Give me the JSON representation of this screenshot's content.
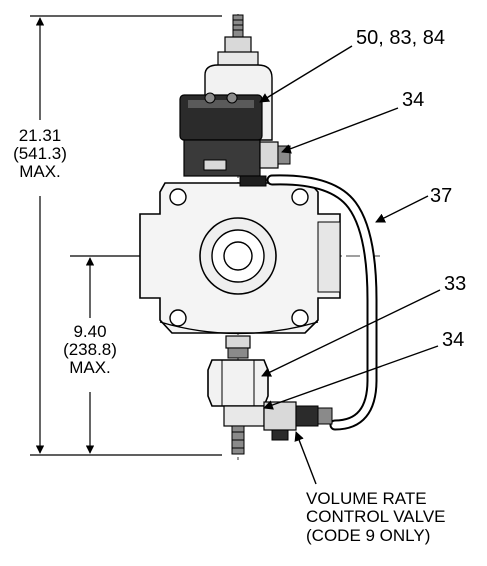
{
  "dimensions": {
    "overall": {
      "line1": "21.31",
      "line2": "(541.3)",
      "line3": "MAX."
    },
    "lower": {
      "line1": "9.40",
      "line2": "(238.8)",
      "line3": "MAX."
    }
  },
  "callouts": {
    "c50": "50, 83, 84",
    "c34_top": "34",
    "c37": "37",
    "c33": "33",
    "c34_bottom": "34"
  },
  "note": {
    "line1": "VOLUME RATE",
    "line2": "CONTROL VALVE",
    "line3": "(CODE 9 ONLY)"
  },
  "colors": {
    "ink": "#000000",
    "dark_fill": "#2b2b2b",
    "mid_fill": "#8a8a8a",
    "light_fill": "#d9d9d9",
    "paper": "#ffffff"
  }
}
